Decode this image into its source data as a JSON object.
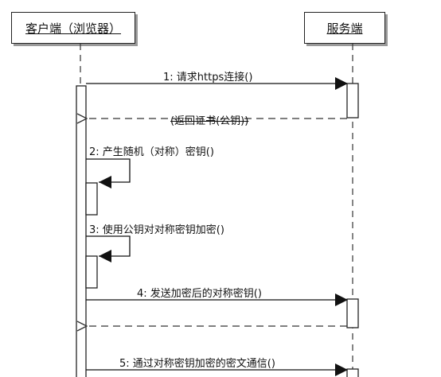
{
  "lifelines": {
    "client": "客户端（浏览器）",
    "server": "服务端"
  },
  "messages": [
    {
      "id": "m1",
      "label": "1: 请求https连接()",
      "kind": "call"
    },
    {
      "id": "m2",
      "label": "(返回证书(公钥))",
      "kind": "return"
    },
    {
      "id": "m3",
      "label": "2: 产生随机（对称）密钥()",
      "kind": "self"
    },
    {
      "id": "m4",
      "label": "3: 使用公钥对对称密钥加密()",
      "kind": "self"
    },
    {
      "id": "m5",
      "label": "4: 发送加密后的对称密钥()",
      "kind": "call"
    },
    {
      "id": "m6",
      "label": "",
      "kind": "return"
    },
    {
      "id": "m7",
      "label": "5: 通过对称密钥加密的密文通信()",
      "kind": "call"
    }
  ]
}
